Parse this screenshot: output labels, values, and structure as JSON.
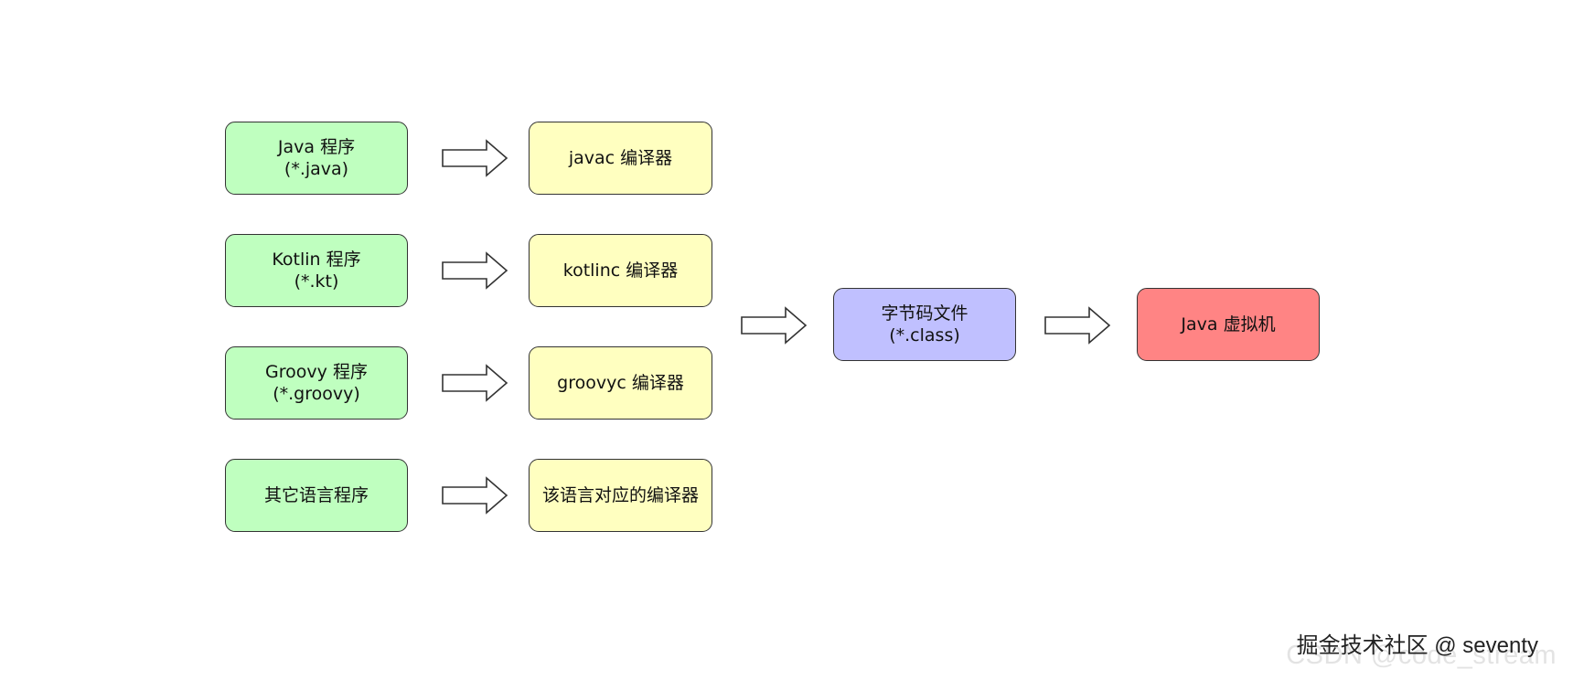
{
  "colors": {
    "source_fill": "#bfffbf",
    "compiler_fill": "#ffffc0",
    "bytecode_fill": "#c0c0ff",
    "jvm_fill": "#ff8484",
    "border": "#333333",
    "arrow_stroke": "#333333"
  },
  "sources": [
    {
      "line1": "Java 程序",
      "line2": "(*.java)"
    },
    {
      "line1": "Kotlin 程序",
      "line2": "(*.kt)"
    },
    {
      "line1": "Groovy 程序",
      "line2": "(*.groovy)"
    },
    {
      "line1": "其它语言程序",
      "line2": ""
    }
  ],
  "compilers": [
    {
      "label": "javac 编译器"
    },
    {
      "label": "kotlinc 编译器"
    },
    {
      "label": "groovyc 编译器"
    },
    {
      "label": "该语言对应的编译器"
    }
  ],
  "bytecode": {
    "line1": "字节码文件",
    "line2": "(*.class)"
  },
  "jvm": {
    "label": "Java 虚拟机"
  },
  "arrow_icon": "hollow-right-arrow-icon",
  "watermark": {
    "front": "掘金技术社区 @ seventy",
    "back": "CSDN @code_stream"
  }
}
